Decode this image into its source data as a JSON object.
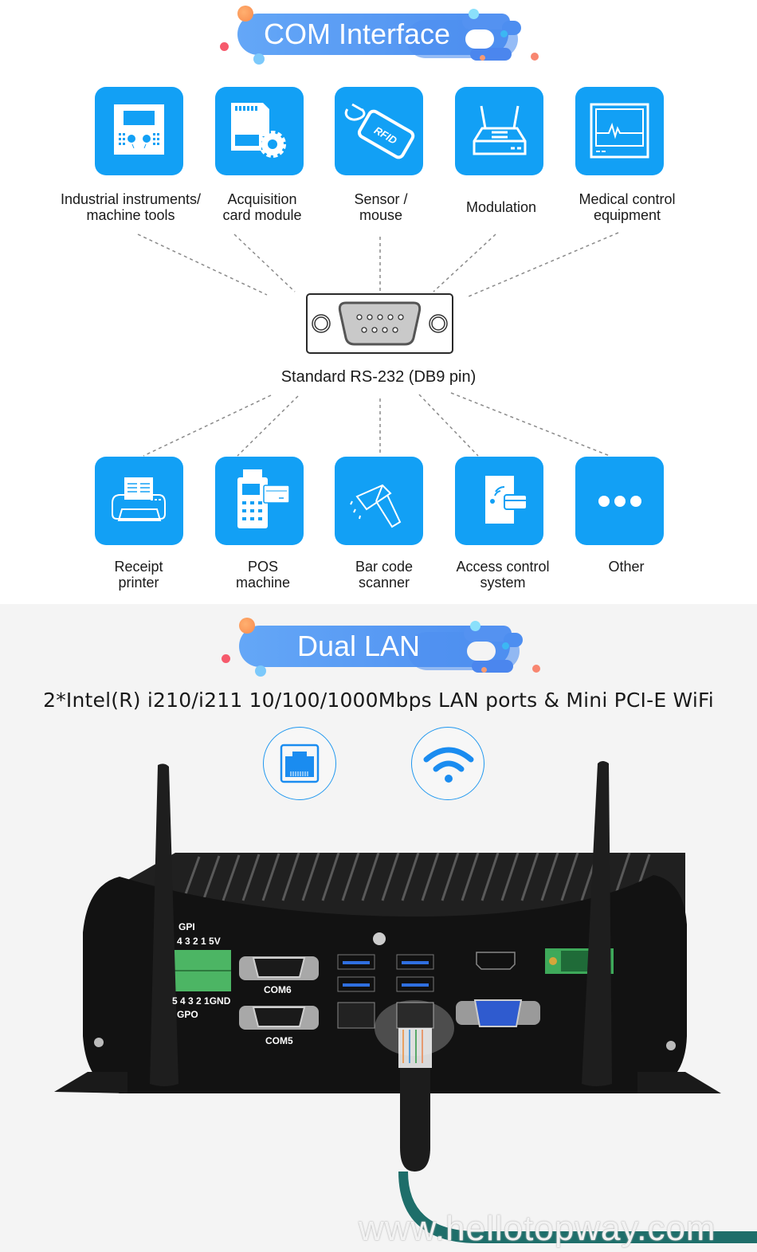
{
  "com_section": {
    "banner_title": "COM Interface",
    "top_devices": [
      {
        "label_line1": "Industrial instruments/",
        "label_line2": "machine tools",
        "icon": "instrument-panel-icon"
      },
      {
        "label_line1": "Acquisition",
        "label_line2": "card module",
        "icon": "sd-card-gear-icon"
      },
      {
        "label_line1": "Sensor /",
        "label_line2": "mouse",
        "icon": "rfid-tag-icon"
      },
      {
        "label_line1": "Modulation",
        "label_line2": "",
        "icon": "router-icon"
      },
      {
        "label_line1": "Medical control",
        "label_line2": "equipment",
        "icon": "heart-monitor-icon"
      }
    ],
    "connector_caption": "Standard RS-232 (DB9 pin)",
    "bottom_devices": [
      {
        "label_line1": "Receipt",
        "label_line2": "printer",
        "icon": "printer-icon"
      },
      {
        "label_line1": "POS",
        "label_line2": "machine",
        "icon": "pos-terminal-icon"
      },
      {
        "label_line1": "Bar code",
        "label_line2": "scanner",
        "icon": "barcode-scanner-icon"
      },
      {
        "label_line1": "Access control",
        "label_line2": "system",
        "icon": "access-card-door-icon"
      },
      {
        "label_line1": "Other",
        "label_line2": "",
        "icon": "more-dots-icon"
      }
    ],
    "icon_color": "#12a0f5"
  },
  "lan_section": {
    "banner_title": "Dual LAN",
    "subtitle": "2*Intel(R) i210/i211 10/100/1000Mbps LAN ports & Mini PCI-E WiFi",
    "feature_icons": [
      "ethernet-port-icon",
      "wifi-icon"
    ],
    "device_labels": {
      "gpi": "GPI",
      "gpi_pins": "4 3 2 1 5V",
      "gpo_pins": "5 4 3 2 1GND",
      "gpo": "GPO",
      "com6": "COM6",
      "com5": "COM5"
    },
    "watermark": "www.hellotopway.com"
  }
}
